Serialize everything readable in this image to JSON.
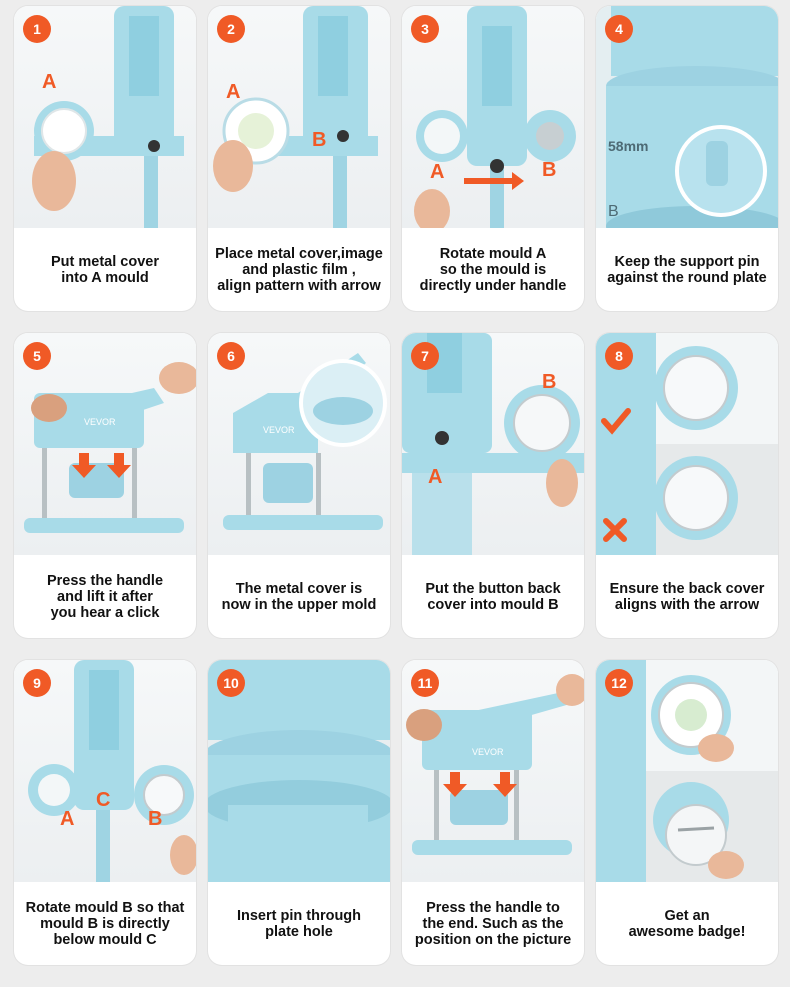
{
  "colors": {
    "accent": "#f05a26",
    "machine": "#a8dbe8",
    "machine_dark": "#7fc3d6",
    "label": "#f05a26"
  },
  "steps": [
    {
      "number": "1",
      "caption": "Put metal cover\ninto A mould",
      "labels": [
        "A"
      ]
    },
    {
      "number": "2",
      "caption": "Place metal cover,image\nand plastic film ,\nalign pattern with arrow",
      "labels": [
        "A",
        "B"
      ]
    },
    {
      "number": "3",
      "caption": "Rotate mould A\nso the mould is\ndirectly under handle",
      "labels": [
        "A",
        "B"
      ]
    },
    {
      "number": "4",
      "caption": "Keep the support pin\nagainst the round plate",
      "labels": [
        "58mm",
        "B"
      ]
    },
    {
      "number": "5",
      "caption": "Press the handle\nand lift it after\nyou hear a click",
      "labels": [
        "VEVOR"
      ]
    },
    {
      "number": "6",
      "caption": "The metal cover is\nnow in the upper mold",
      "labels": [
        "VEVOR"
      ]
    },
    {
      "number": "7",
      "caption": "Put the button back\ncover into mould B",
      "labels": [
        "A",
        "B"
      ]
    },
    {
      "number": "8",
      "caption": "Ensure the back cover\naligns with the arrow",
      "labels": [
        "check-icon",
        "cross-icon"
      ]
    },
    {
      "number": "9",
      "caption": "Rotate mould B so that\nmould B is directly\nbelow mould C",
      "labels": [
        "A",
        "C",
        "B"
      ]
    },
    {
      "number": "10",
      "caption": "Insert pin through\nplate hole",
      "labels": []
    },
    {
      "number": "11",
      "caption": "Press the handle to\nthe end. Such as the\nposition on the picture",
      "labels": [
        "VEVOR"
      ]
    },
    {
      "number": "12",
      "caption": "Get an\nawesome badge!",
      "labels": []
    }
  ]
}
